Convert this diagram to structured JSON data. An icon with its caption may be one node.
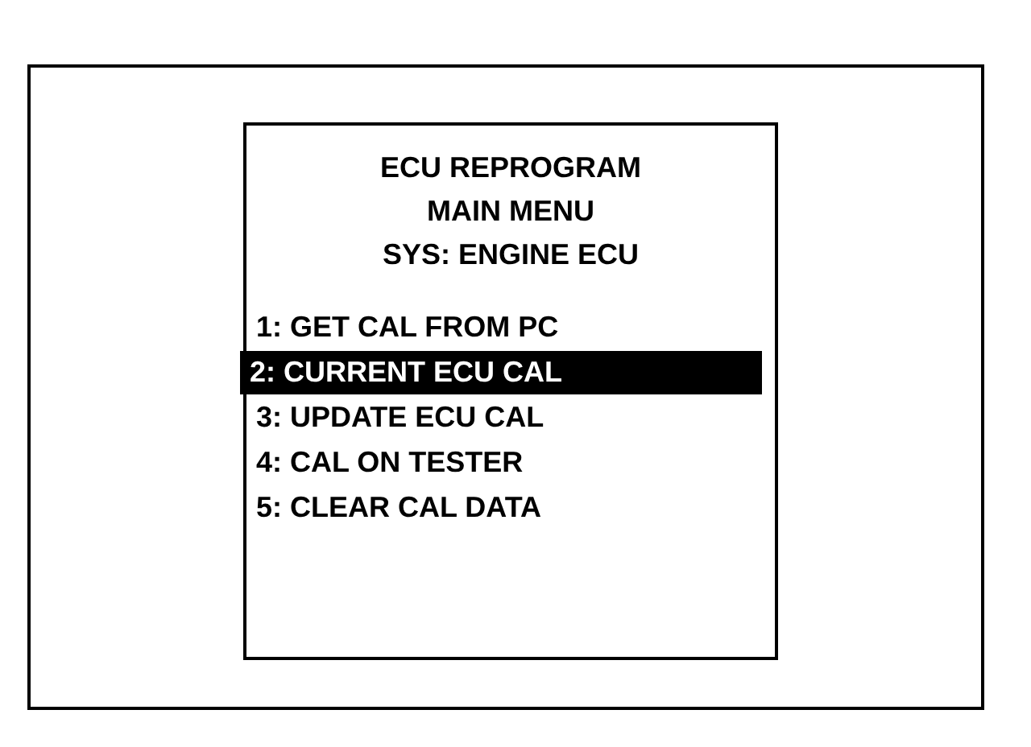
{
  "diagram": {
    "nodes": [
      {
        "text": [],
        "shape": "box"
      },
      {
        "text": [
          "ECU REPROGRAM",
          "MAIN MENU",
          "SYS: ENGINE ECU"
        ],
        "in": 0
      },
      {
        "text": [
          "1: GET CAL FROM PC"
        ],
        "in": 1
      },
      {
        "text": [
          "2: CURRENT ECU CAL"
        ],
        "in": 1
      },
      {
        "text": [
          "3: UPDATE ECU CAL"
        ],
        "in": 1
      },
      {
        "text": [
          "4: CAL ON TESTER"
        ],
        "in": 1
      },
      {
        "text": [
          "5: CLEAR CAL DATA"
        ],
        "in": 1
      }
    ]
  }
}
